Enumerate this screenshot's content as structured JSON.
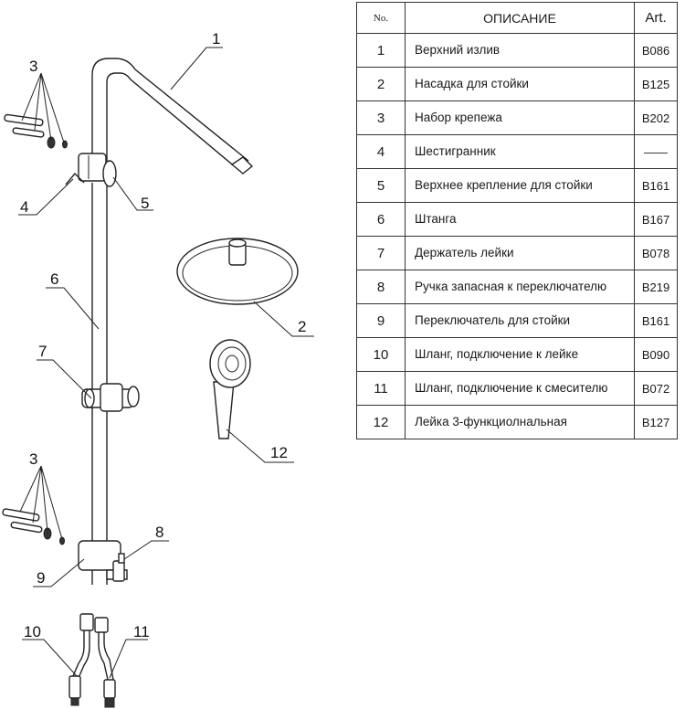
{
  "table": {
    "headers": {
      "no": "No.",
      "description": "ОПИСАНИЕ",
      "art": "Art."
    },
    "rows": [
      {
        "no": "1",
        "description": "Верхний излив",
        "art": "B086"
      },
      {
        "no": "2",
        "description": "Насадка для стойки",
        "art": "B125"
      },
      {
        "no": "3",
        "description": "Набор крепежа",
        "art": "B202"
      },
      {
        "no": "4",
        "description": "Шестигранник",
        "art": "——"
      },
      {
        "no": "5",
        "description": "Верхнее крепление для стойки",
        "art": "B161"
      },
      {
        "no": "6",
        "description": "Штанга",
        "art": "B167"
      },
      {
        "no": "7",
        "description": "Держатель лейки",
        "art": "B078"
      },
      {
        "no": "8",
        "description": "Ручка запасная к переключателю",
        "art": "B219"
      },
      {
        "no": "9",
        "description": "Переключатель для стойки",
        "art": "B161"
      },
      {
        "no": "10",
        "description": "Шланг, подключение к лейке",
        "art": "B090"
      },
      {
        "no": "11",
        "description": "Шланг, подключение к смесителю",
        "art": "B072"
      },
      {
        "no": "12",
        "description": "Лейка 3-функциолнальная",
        "art": "B127"
      }
    ]
  },
  "callouts": {
    "c1": "1",
    "c2": "2",
    "c3a": "3",
    "c3b": "3",
    "c4": "4",
    "c5": "5",
    "c6": "6",
    "c7": "7",
    "c8": "8",
    "c9": "9",
    "c10": "10",
    "c11": "11",
    "c12": "12"
  }
}
